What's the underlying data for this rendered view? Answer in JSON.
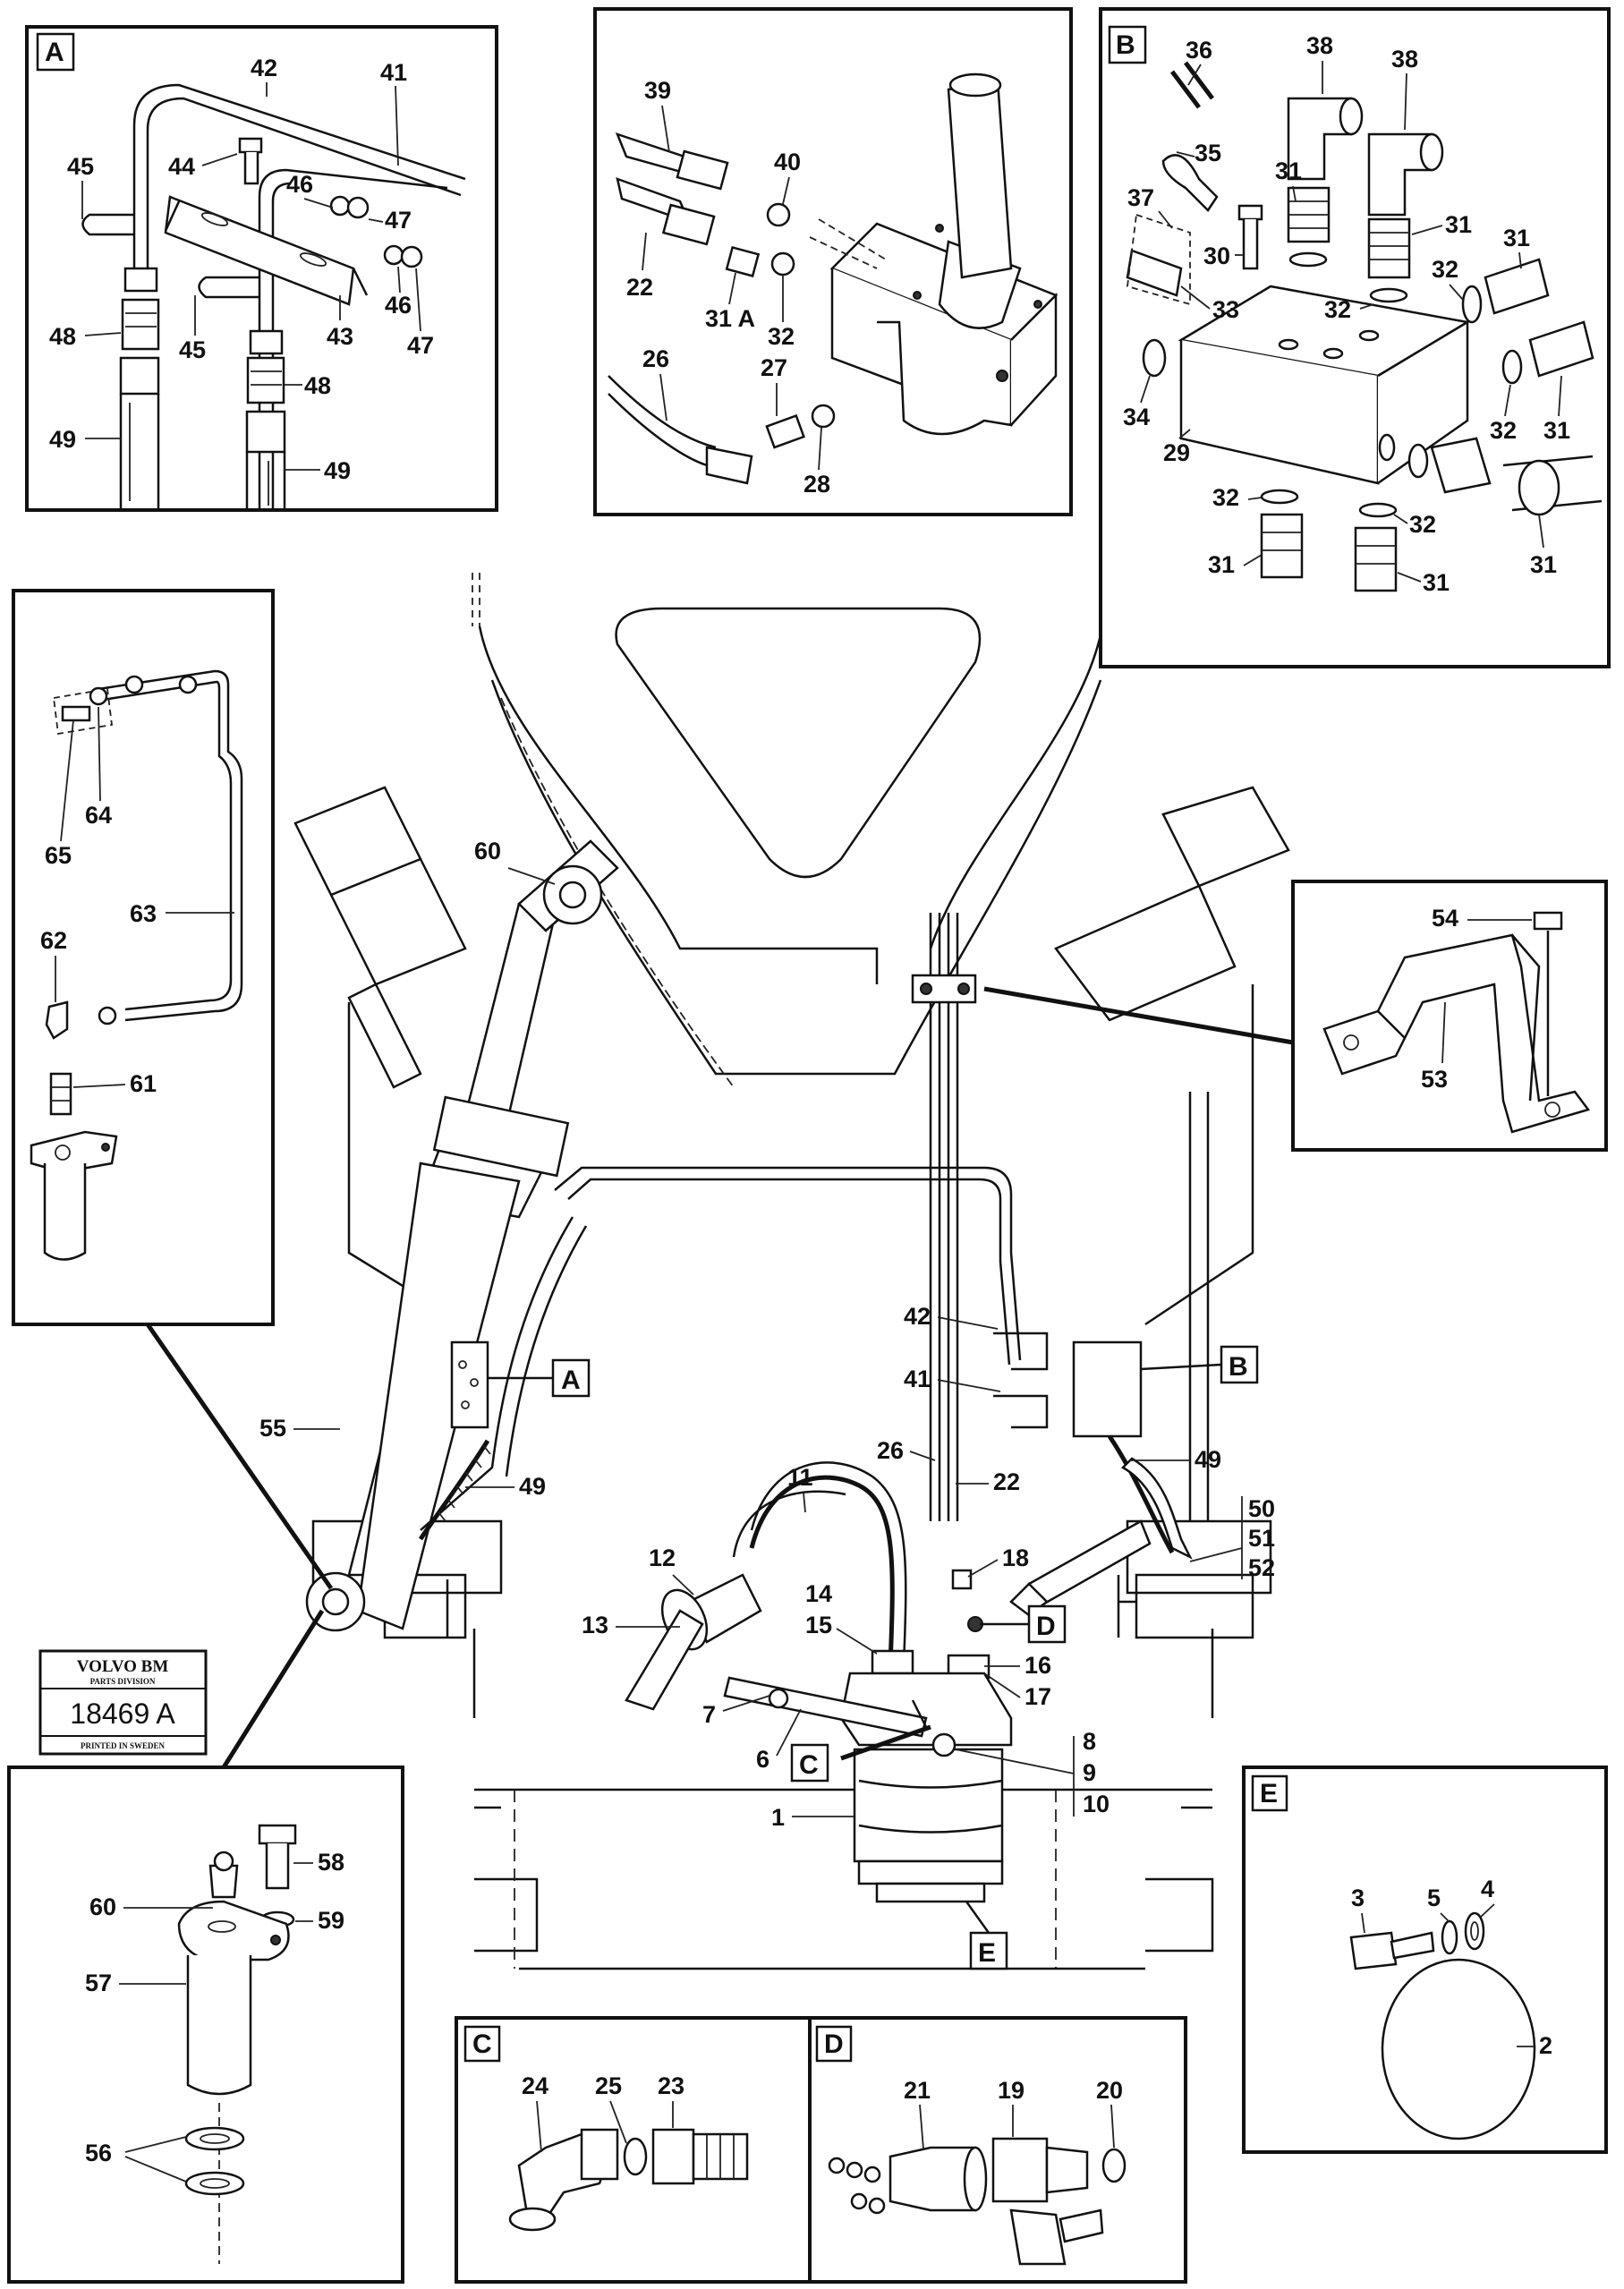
{
  "stamp": {
    "brand": "VOLVO BM",
    "division": "PARTS DIVISION",
    "number": "18469 A",
    "printed": "PRINTED IN SWEDEN"
  },
  "detail_boxes": [
    "A",
    "B",
    "C",
    "D",
    "E"
  ],
  "labels": {
    "p1": "1",
    "p2": "2",
    "p3": "3",
    "p4": "4",
    "p5": "5",
    "p6": "6",
    "p7": "7",
    "p8": "8",
    "p9": "9",
    "p10": "10",
    "p11": "11",
    "p12": "12",
    "p13": "13",
    "p14": "14",
    "p15": "15",
    "p16": "16",
    "p17": "17",
    "p18": "18",
    "p19": "19",
    "p20": "20",
    "p21": "21",
    "p22": "22",
    "p23": "23",
    "p24": "24",
    "p25": "25",
    "p26": "26",
    "p27": "27",
    "p28": "28",
    "p29": "29",
    "p30": "30",
    "p31": "31",
    "p31a": "31 A",
    "p32": "32",
    "p33": "33",
    "p34": "34",
    "p35": "35",
    "p36": "36",
    "p37": "37",
    "p38": "38",
    "p39": "39",
    "p40": "40",
    "p41": "41",
    "p42": "42",
    "p43": "43",
    "p44": "44",
    "p45": "45",
    "p46": "46",
    "p47": "47",
    "p48": "48",
    "p49": "49",
    "p50": "50",
    "p51": "51",
    "p52": "52",
    "p53": "53",
    "p54": "54",
    "p55": "55",
    "p56": "56",
    "p57": "57",
    "p58": "58",
    "p59": "59",
    "p60": "60",
    "p61": "61",
    "p62": "62",
    "p63": "63",
    "p64": "64",
    "p65": "65"
  }
}
